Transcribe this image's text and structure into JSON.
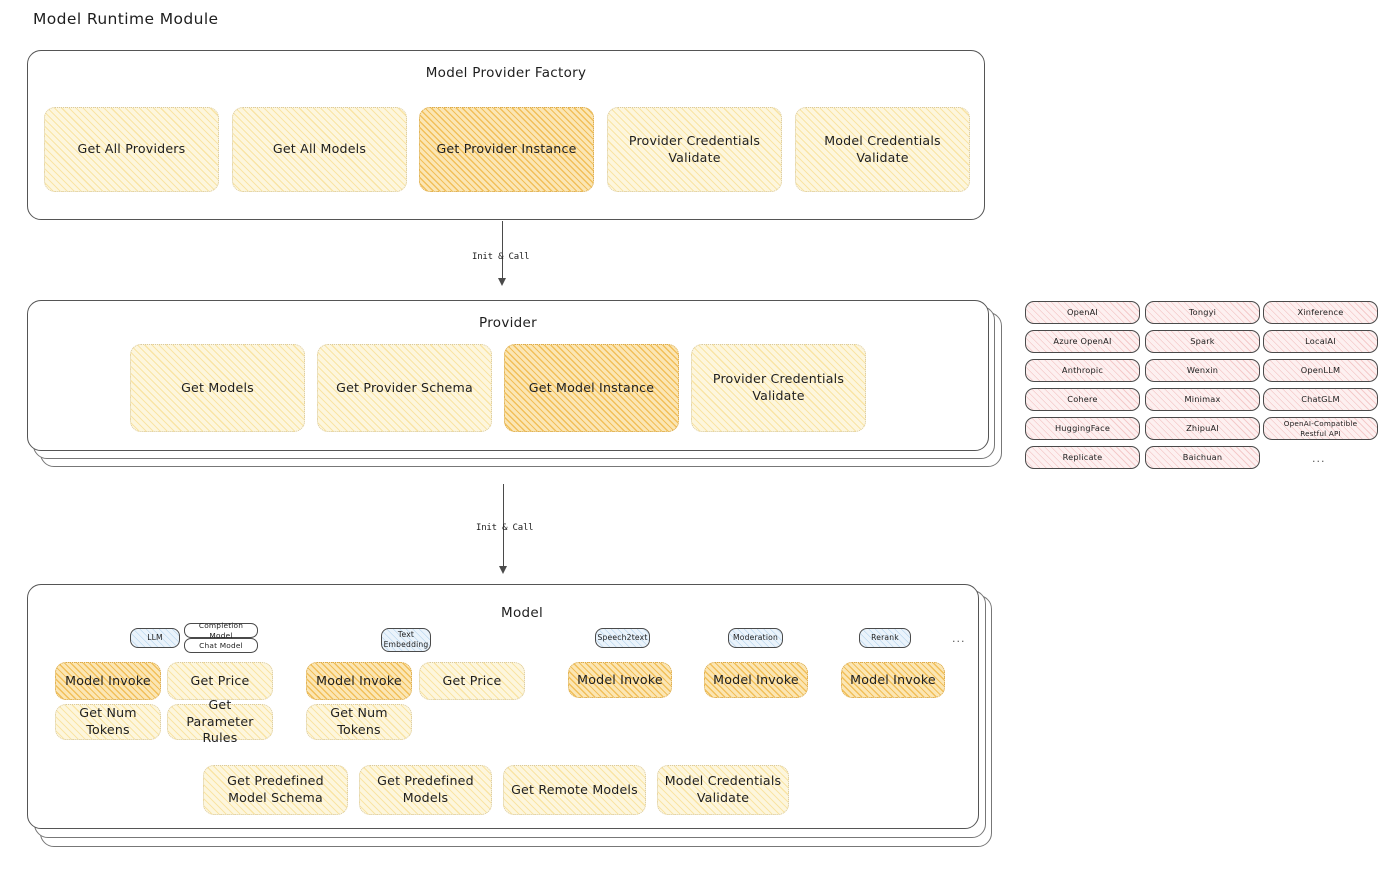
{
  "page": {
    "title": "Model Runtime Module"
  },
  "factory": {
    "title": "Model Provider Factory",
    "nodes": [
      {
        "label": "Get All Providers",
        "style": "yellow"
      },
      {
        "label": "Get All Models",
        "style": "yellow"
      },
      {
        "label": "Get Provider Instance",
        "style": "orange"
      },
      {
        "label": "Provider Credentials Validate",
        "style": "yellow"
      },
      {
        "label": "Model Credentials Validate",
        "style": "yellow"
      }
    ]
  },
  "arrow1": {
    "label": "Init & Call"
  },
  "provider": {
    "title": "Provider",
    "nodes": [
      {
        "label": "Get Models",
        "style": "yellow"
      },
      {
        "label": "Get Provider Schema",
        "style": "yellow"
      },
      {
        "label": "Get Model Instance",
        "style": "orange"
      },
      {
        "label": "Provider Credentials Validate",
        "style": "yellow"
      }
    ]
  },
  "arrow2": {
    "label": "Init & Call"
  },
  "provider_list": {
    "column1": [
      "OpenAI",
      "Azure OpenAI",
      "Anthropic",
      "Cohere",
      "HuggingFace",
      "Replicate"
    ],
    "column2": [
      "Tongyi",
      "Spark",
      "Wenxin",
      "Minimax",
      "ZhipuAI",
      "Baichuan"
    ],
    "column3": [
      "Xinference",
      "LocalAI",
      "OpenLLM",
      "ChatGLM",
      "OpenAI-Compatible Restful API"
    ],
    "more": "..."
  },
  "model": {
    "title": "Model",
    "more": "...",
    "types": [
      {
        "badge": "LLM",
        "sub_badges": [
          "Completion Model",
          "Chat Model"
        ],
        "methods": [
          {
            "label": "Model Invoke",
            "style": "orange"
          },
          {
            "label": "Get Price",
            "style": "yellow"
          },
          {
            "label": "Get Num Tokens",
            "style": "yellow"
          },
          {
            "label": "Get Parameter Rules",
            "style": "yellow"
          }
        ]
      },
      {
        "badge": "Text Embedding",
        "sub_badges": [],
        "methods": [
          {
            "label": "Model Invoke",
            "style": "orange"
          },
          {
            "label": "Get Price",
            "style": "yellow"
          },
          {
            "label": "Get Num Tokens",
            "style": "yellow"
          }
        ]
      },
      {
        "badge": "Speech2text",
        "sub_badges": [],
        "methods": [
          {
            "label": "Model Invoke",
            "style": "orange"
          }
        ]
      },
      {
        "badge": "Moderation",
        "sub_badges": [],
        "methods": [
          {
            "label": "Model Invoke",
            "style": "orange"
          }
        ]
      },
      {
        "badge": "Rerank",
        "sub_badges": [],
        "methods": [
          {
            "label": "Model Invoke",
            "style": "orange"
          }
        ]
      }
    ],
    "shared_methods": [
      {
        "label": "Get Predefined Model Schema",
        "style": "yellow"
      },
      {
        "label": "Get Predefined Models",
        "style": "yellow"
      },
      {
        "label": "Get Remote Models",
        "style": "yellow"
      },
      {
        "label": "Model Credentials Validate",
        "style": "yellow"
      }
    ]
  },
  "colors": {
    "highlight": "#efb23b",
    "soft": "#f7d676",
    "provider_pill": "#e99696",
    "model_badge": "#78afdc",
    "stroke": "#4a4a4a"
  }
}
